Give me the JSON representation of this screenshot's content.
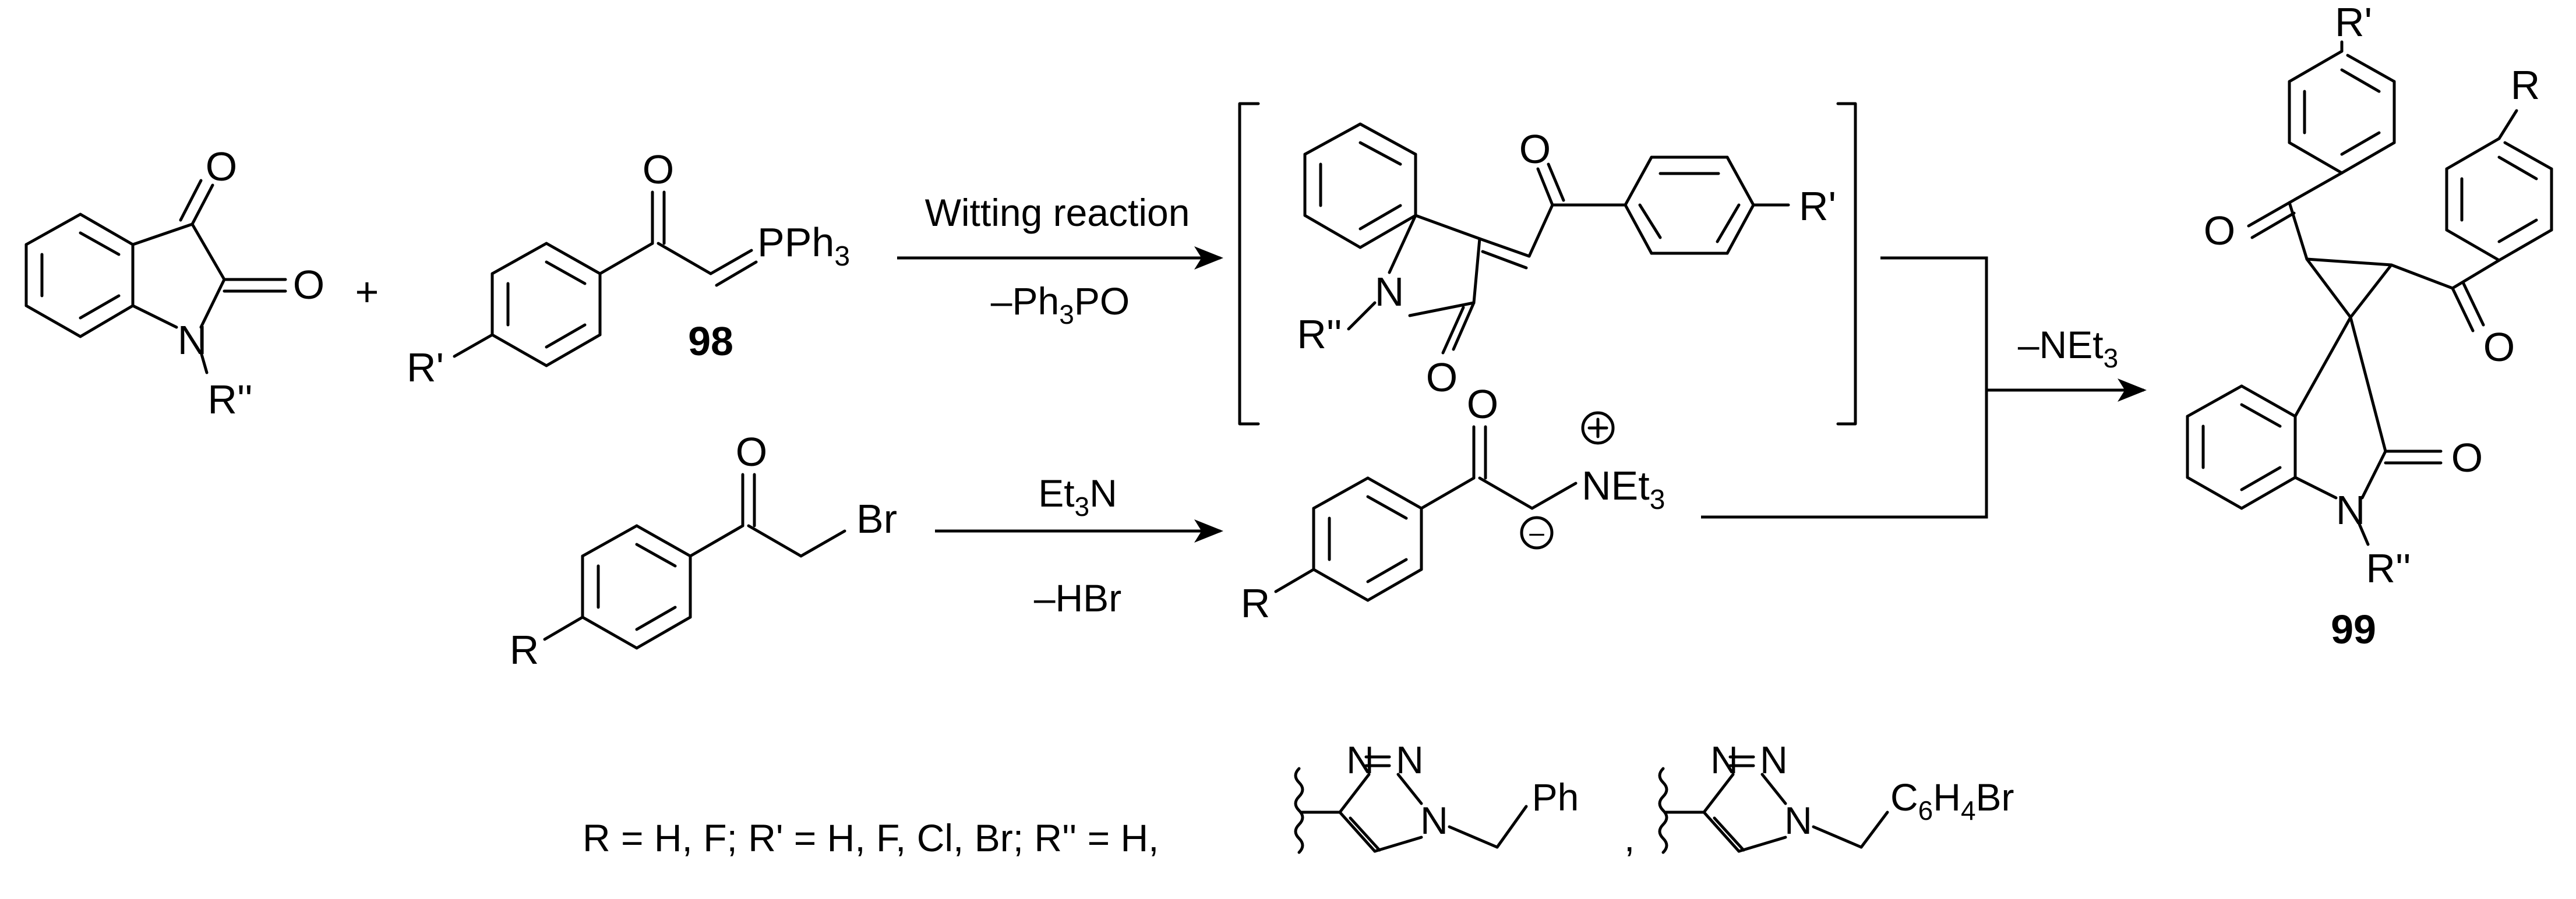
{
  "isatin": {
    "O1": "O",
    "O2": "O",
    "N": "N",
    "R": "R''"
  },
  "plus": "+",
  "ylide": {
    "O": "O",
    "P_group": "PPh",
    "P_sub": "3",
    "R": "R'",
    "label": "98"
  },
  "step1": {
    "above": "Witting reaction",
    "below_pre": "–Ph",
    "below_sub": "3",
    "below_post": "PO"
  },
  "intermediate": {
    "N": "N",
    "R2": "R''",
    "O_lactam": "O",
    "O_ketone": "O",
    "R1": "R'"
  },
  "bromoketone": {
    "O": "O",
    "Br": "Br",
    "R": "R"
  },
  "step2": {
    "above_pre": "Et",
    "above_sub": "3",
    "above_post": "N",
    "below": "–HBr"
  },
  "ammonium_ylide": {
    "O": "O",
    "N_pre": "NEt",
    "N_sub": "3",
    "plus": "+",
    "minus": "–",
    "R": "R"
  },
  "step3": {
    "label_pre": "–NEt",
    "label_sub": "3"
  },
  "product": {
    "R1": "R'",
    "R": "R",
    "O1": "O",
    "O2": "O",
    "O3": "O",
    "N": "N",
    "R2": "R''",
    "label": "99"
  },
  "footnote": {
    "text": "R = H, F; R' = H, F, Cl, Br; R'' = H,",
    "comma": ",",
    "triazole1_N1": "N",
    "triazole1_N2": "N",
    "triazole1_N3": "N",
    "triazole1_sub": "Ph",
    "triazole2_N1": "N",
    "triazole2_N2": "N",
    "triazole2_N3": "N",
    "triazole2_sub_pre": "C",
    "triazole2_sub_6": "6",
    "triazole2_sub_H": "H",
    "triazole2_sub_4": "4",
    "triazole2_sub_post": "Br"
  }
}
